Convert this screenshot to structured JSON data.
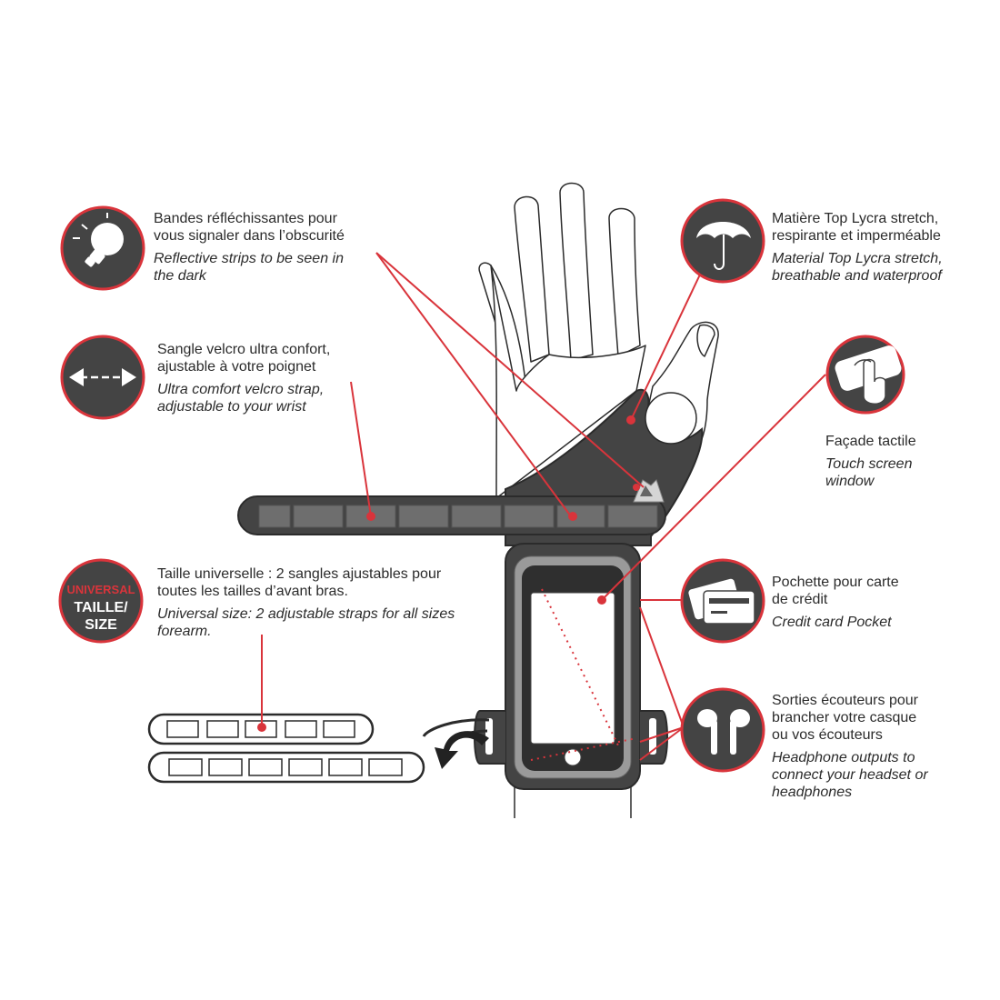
{
  "colors": {
    "accent_red": "#d9343b",
    "dark_grey": "#3f3f3f",
    "band_grey": "#6e6e6e",
    "outline": "#2b2b2b"
  },
  "features": {
    "reflective": {
      "icon": "light-bulb-icon",
      "fr_1": "Bandes réfléchissantes pour",
      "fr_2": "vous signaler dans l’obscurité",
      "en_1": "Reflective strips to be seen in",
      "en_2": "the dark"
    },
    "velcro": {
      "icon": "double-arrow-icon",
      "fr_1": "Sangle velcro ultra confort,",
      "fr_2": "ajustable à votre poignet",
      "en_1": "Ultra comfort velcro strap,",
      "en_2": "adjustable to your wrist"
    },
    "universal": {
      "badge_line_1": "UNIVERSAL",
      "badge_line_2": "TAILLE/",
      "badge_line_3": "SIZE",
      "fr_1": "Taille universelle : 2 sangles ajustables pour",
      "fr_2": "toutes les tailles d’avant bras.",
      "en_1": "Universal size: 2 adjustable straps for all sizes",
      "en_2": "forearm."
    },
    "lycra": {
      "icon": "umbrella-icon",
      "fr_1": "Matière Top Lycra stretch,",
      "fr_2": "respirante et imperméable",
      "en_1": "Material Top Lycra stretch,",
      "en_2": "breathable and waterproof"
    },
    "touch": {
      "icon": "touch-hand-icon",
      "fr_1": "Façade tactile",
      "en_1": "Touch screen",
      "en_2": "window"
    },
    "card": {
      "icon": "credit-card-icon",
      "fr_1": "Pochette pour carte",
      "fr_2": "de crédit",
      "en_1": "Credit card Pocket"
    },
    "headphones": {
      "icon": "earbuds-icon",
      "fr_1": "Sorties écouteurs pour",
      "fr_2": "brancher votre casque",
      "fr_3": "ou vos écouteurs",
      "en_1": "Headphone outputs to",
      "en_2": "connect your headset or",
      "en_3": "headphones"
    }
  }
}
